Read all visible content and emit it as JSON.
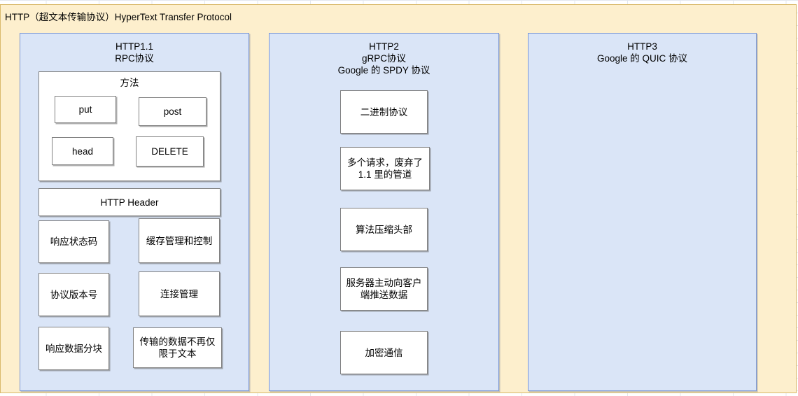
{
  "diagram": {
    "title": "HTTP（超文本传输协议）HyperText Transfer Protocol",
    "colors": {
      "outer_background": "#fdefcd",
      "outer_border": "#d9b96b",
      "column_fill": "#dae5f7",
      "column_border": "#7b97d4",
      "node_fill": "#ffffff",
      "node_border": "#808080",
      "text": "#000000"
    },
    "columns": [
      {
        "id": "http1",
        "heading_lines": [
          "HTTP1.1",
          "RPC协议"
        ],
        "groups": [
          {
            "id": "methods",
            "label": "方法",
            "nodes": [
              {
                "id": "put",
                "label": "put"
              },
              {
                "id": "post",
                "label": "post"
              },
              {
                "id": "head",
                "label": "head"
              },
              {
                "id": "delete",
                "label": "DELETE"
              }
            ]
          }
        ],
        "nodes": [
          {
            "id": "http-header",
            "label": "HTTP Header"
          },
          {
            "id": "status-code",
            "label": "响应状态码"
          },
          {
            "id": "cache-control",
            "label": "缓存管理和控制"
          },
          {
            "id": "protocol-version",
            "label": "协议版本号"
          },
          {
            "id": "connection-management",
            "label": "连接管理"
          },
          {
            "id": "response-chunking",
            "label": "响应数据分块"
          },
          {
            "id": "non-text-data",
            "label": "传输的数据不再仅限于文本"
          }
        ]
      },
      {
        "id": "http2",
        "heading_lines": [
          "HTTP2",
          "gRPC协议",
          "Google 的 SPDY 协议"
        ],
        "groups": [],
        "nodes": [
          {
            "id": "binary-protocol",
            "label": "二进制协议"
          },
          {
            "id": "multiplexing",
            "label": "多个请求，废弃了 1.1 里的管道"
          },
          {
            "id": "header-compression",
            "label": "算法压缩头部"
          },
          {
            "id": "server-push",
            "label": "服务器主动向客户端推送数据"
          },
          {
            "id": "encrypted-communication",
            "label": "加密通信"
          }
        ]
      },
      {
        "id": "http3",
        "heading_lines": [
          "HTTP3",
          "Google 的 QUIC 协议"
        ],
        "groups": [],
        "nodes": []
      }
    ]
  }
}
